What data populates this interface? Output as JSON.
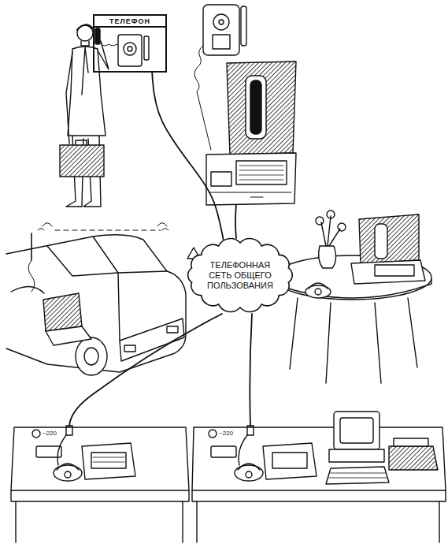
{
  "diagram": {
    "nodes": [
      {
        "text": [
          "ТЕЛЕФОН"
        ]
      },
      {
        "text": [
          "ТЕЛЕФОННАЯ СЕТЬ ОБЩЕГО ПОЛЬЗОВАНИЯ"
        ]
      }
    ],
    "edges": [
      {
        "from": 0,
        "to": 1,
        "arrow": "none"
      }
    ],
    "labels": [
      "~220",
      "~220"
    ]
  }
}
